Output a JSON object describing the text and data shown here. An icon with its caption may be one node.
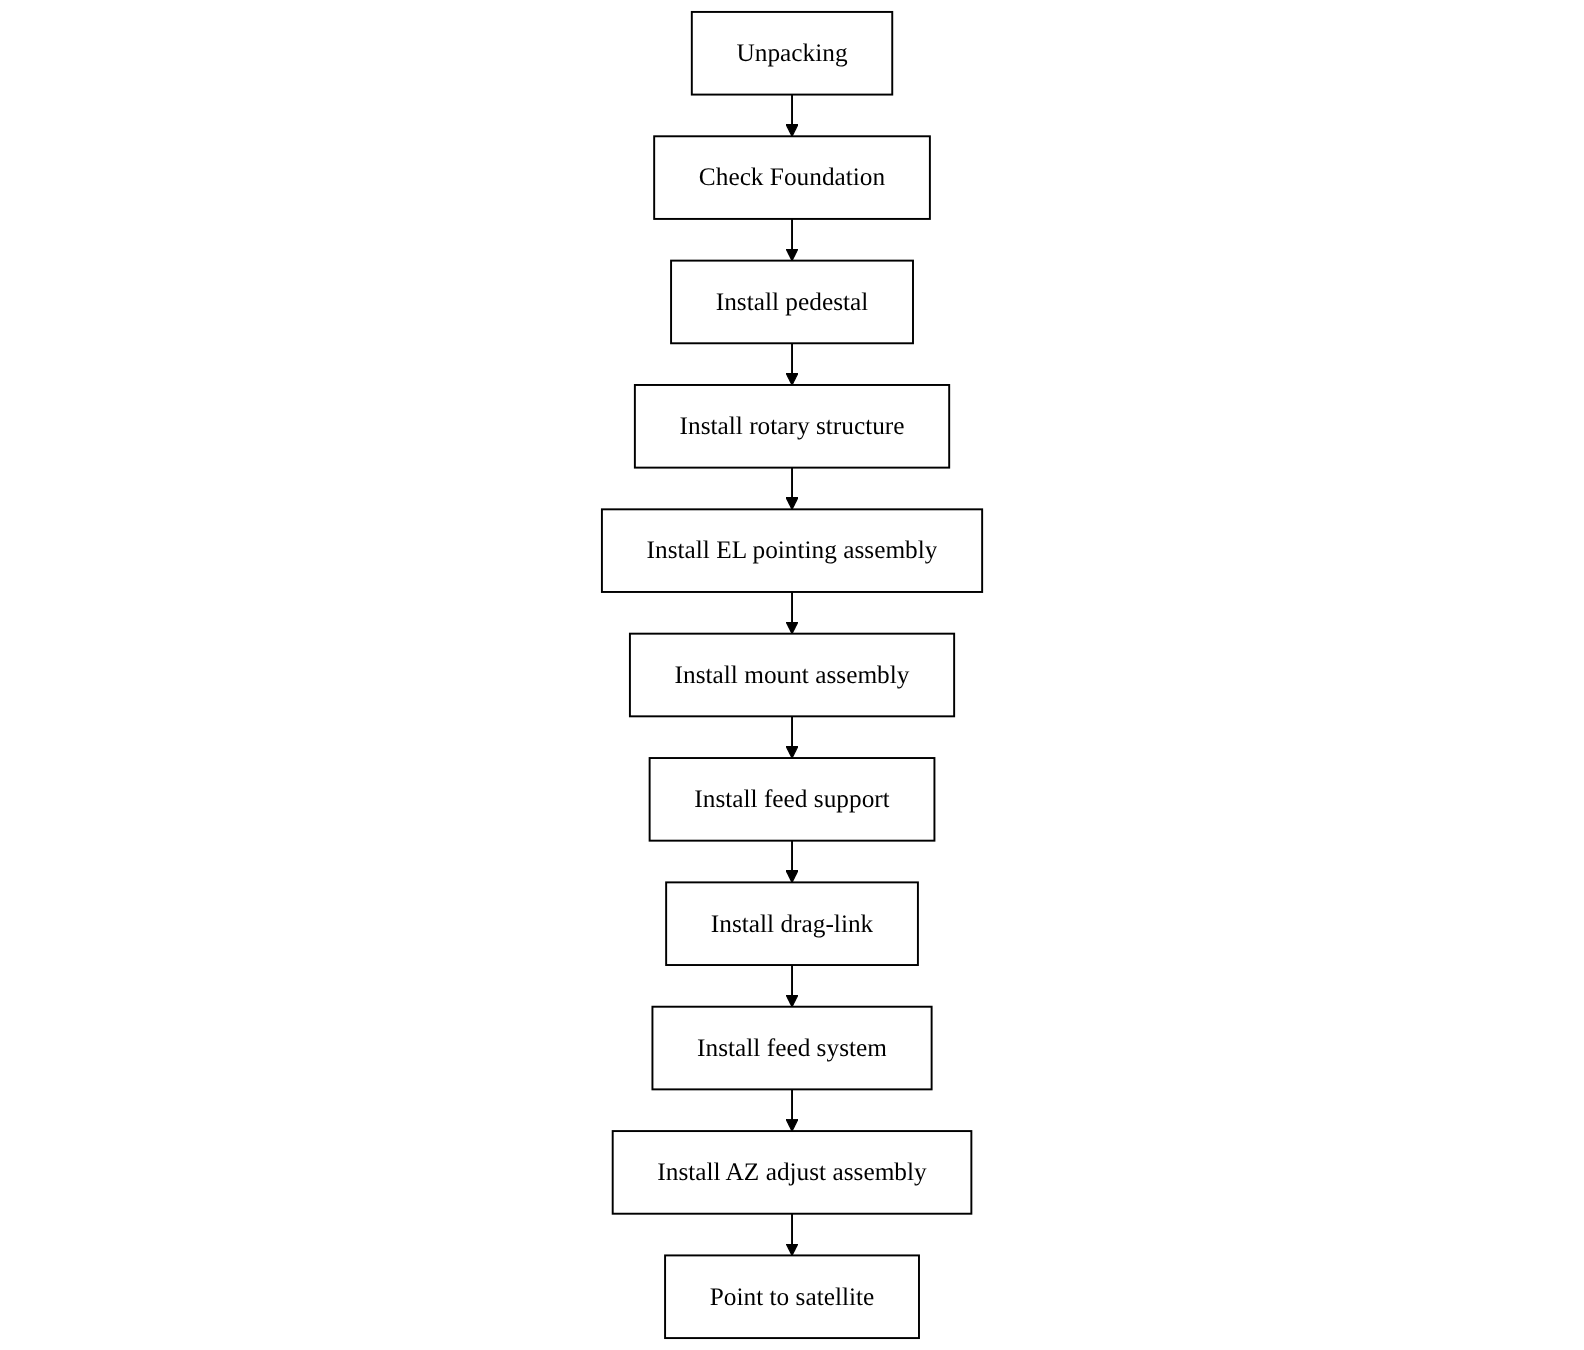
{
  "diagram": {
    "nodes": [
      {
        "text": [
          "Unpacking"
        ]
      },
      {
        "text": [
          "Check Foundation"
        ]
      },
      {
        "text": [
          "Install pedestal"
        ]
      },
      {
        "text": [
          "Install rotary structure"
        ]
      },
      {
        "text": [
          "Install EL pointing assembly"
        ]
      },
      {
        "text": [
          "Install mount assembly"
        ]
      },
      {
        "text": [
          "Install feed support"
        ]
      },
      {
        "text": [
          "Install drag-link"
        ]
      },
      {
        "text": [
          "Install feed system"
        ]
      },
      {
        "text": [
          "Install AZ adjust assembly"
        ]
      },
      {
        "text": [
          "Point to satellite"
        ]
      }
    ],
    "edges": [
      {
        "from": 0,
        "to": 1,
        "arrow": "to"
      },
      {
        "from": 1,
        "to": 2,
        "arrow": "to"
      },
      {
        "from": 2,
        "to": 3,
        "arrow": "to"
      },
      {
        "from": 3,
        "to": 4,
        "arrow": "to"
      },
      {
        "from": 4,
        "to": 5,
        "arrow": "to"
      },
      {
        "from": 5,
        "to": 6,
        "arrow": "to"
      },
      {
        "from": 6,
        "to": 7,
        "arrow": "to"
      },
      {
        "from": 7,
        "to": 8,
        "arrow": "to"
      },
      {
        "from": 8,
        "to": 9,
        "arrow": "to"
      },
      {
        "from": 9,
        "to": 10,
        "arrow": "to"
      }
    ]
  }
}
